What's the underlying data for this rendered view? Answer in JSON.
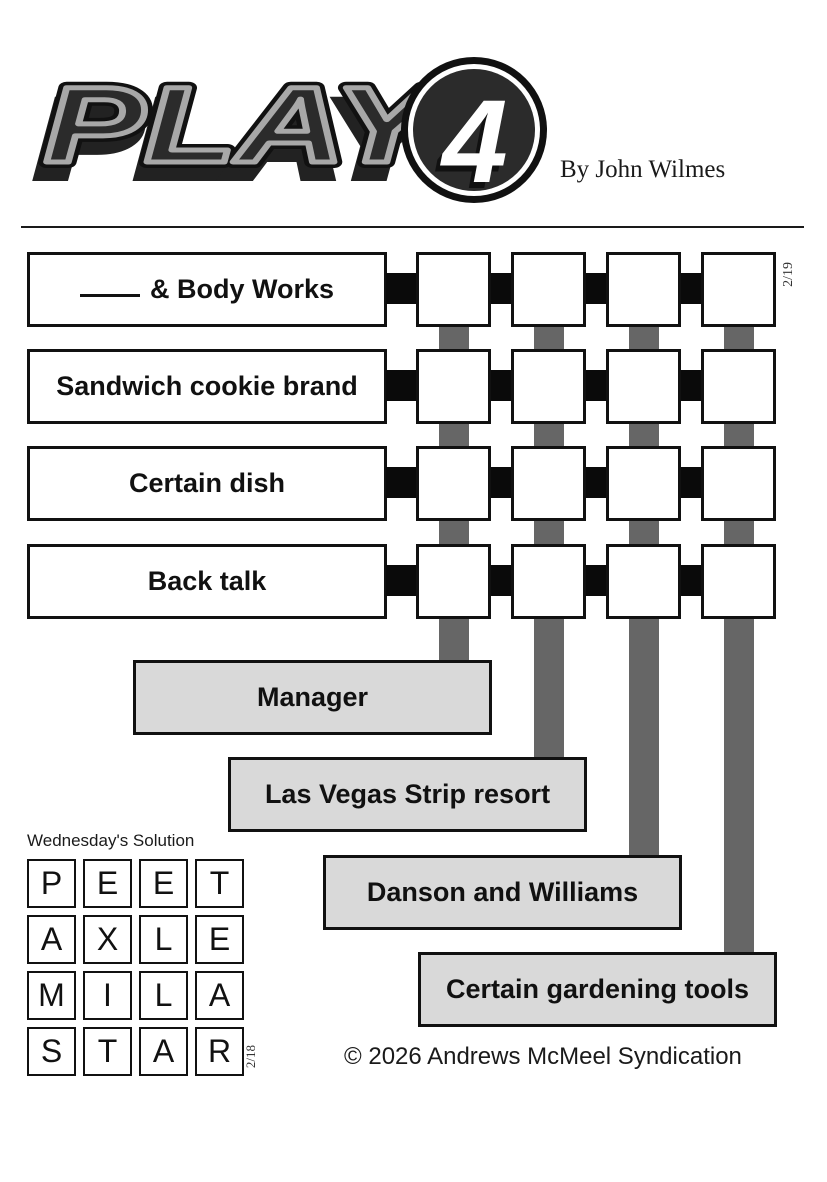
{
  "header": {
    "logo_text": "PLAY",
    "logo_number": "4",
    "byline": "By John Wilmes"
  },
  "puzzle": {
    "date": "2/19",
    "across_clues": [
      {
        "blank": true,
        "label": "& Body Works"
      },
      {
        "blank": false,
        "label": "Sandwich cookie brand"
      },
      {
        "blank": false,
        "label": "Certain dish"
      },
      {
        "blank": false,
        "label": "Back talk"
      }
    ],
    "down_clues": [
      {
        "label": "Manager"
      },
      {
        "label": "Las Vegas Strip resort"
      },
      {
        "label": "Danson and Williams"
      },
      {
        "label": "Certain gardening tools"
      }
    ],
    "grid": [
      [
        "",
        "",
        "",
        ""
      ],
      [
        "",
        "",
        "",
        ""
      ],
      [
        "",
        "",
        "",
        ""
      ],
      [
        "",
        "",
        "",
        ""
      ]
    ]
  },
  "solution": {
    "label": "Wednesday's Solution",
    "date": "2/18",
    "grid": [
      [
        "P",
        "E",
        "E",
        "T"
      ],
      [
        "A",
        "X",
        "L",
        "E"
      ],
      [
        "M",
        "I",
        "L",
        "A"
      ],
      [
        "S",
        "T",
        "A",
        "R"
      ]
    ]
  },
  "footer": {
    "copyright": "© 2026 Andrews McMeel Syndication"
  },
  "colors": {
    "connector_across": "#0a0a0a",
    "connector_down": "#666666",
    "down_clue_fill": "#d9d9d9",
    "logo_dark": "#2b2b2b",
    "logo_outline": "#9a9a9a"
  }
}
